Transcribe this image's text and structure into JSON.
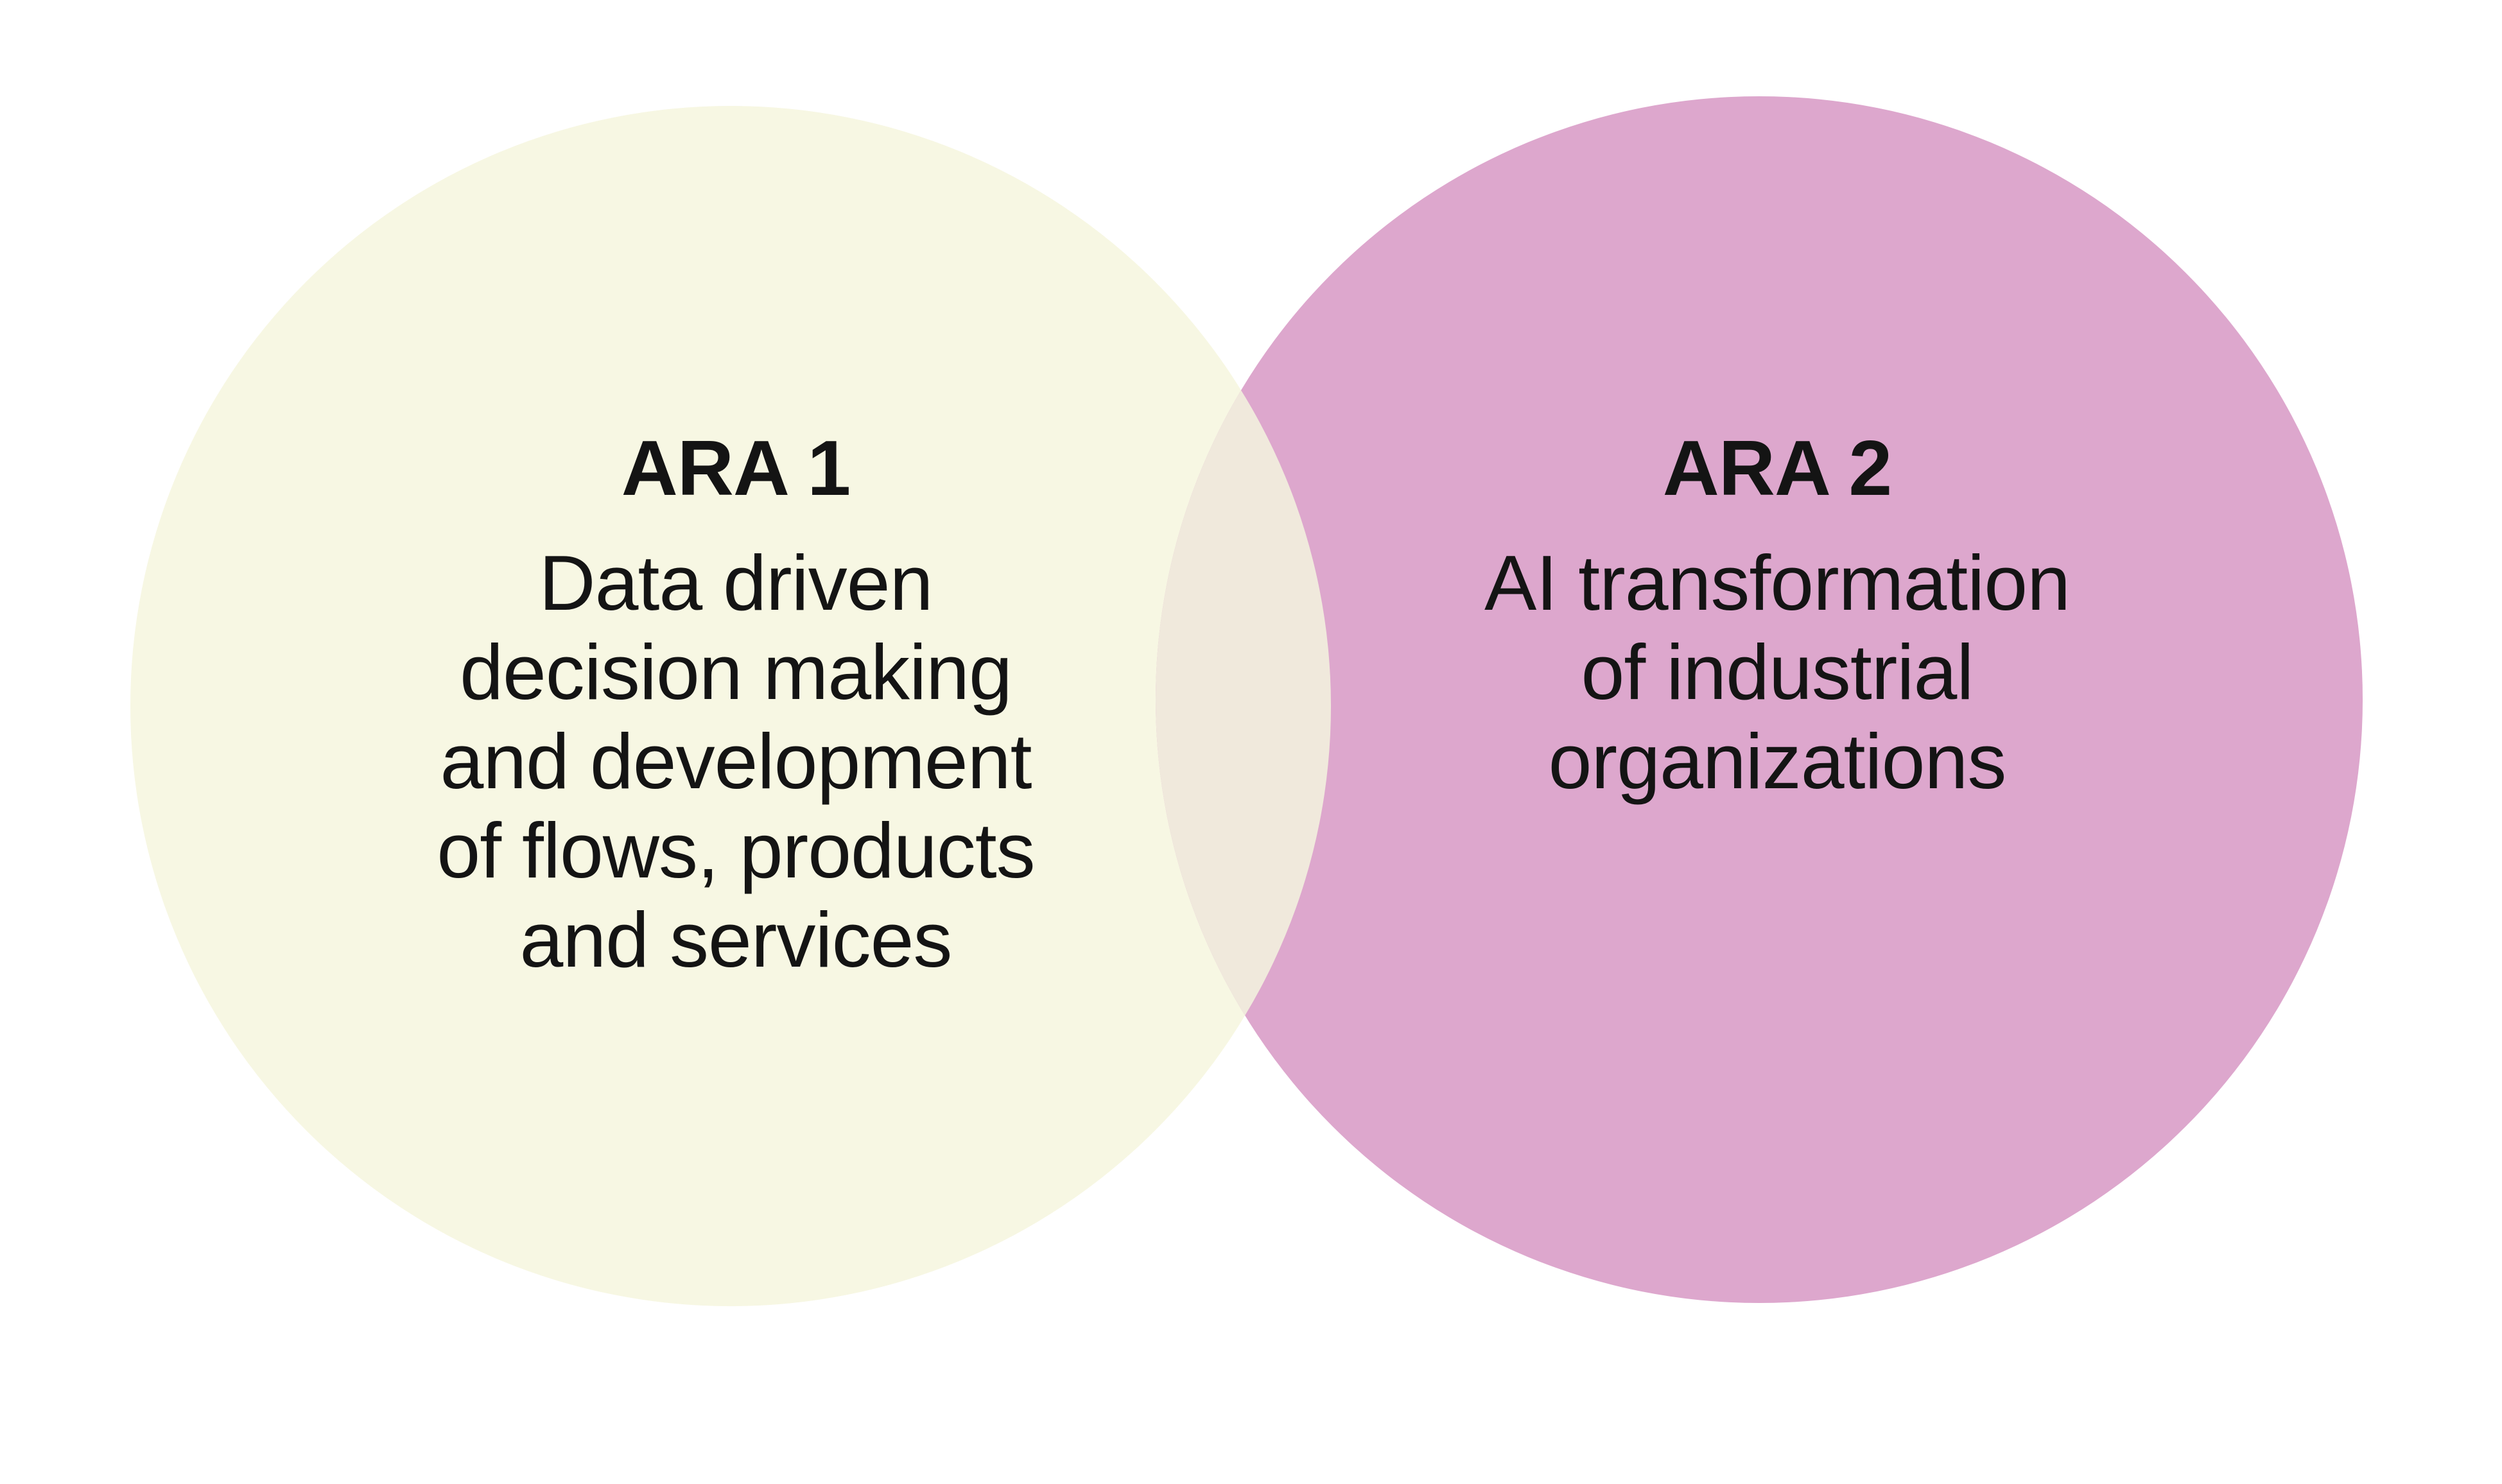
{
  "canvas": {
    "background": "#ffffff"
  },
  "venn": {
    "text_color": "#141414",
    "overlap_color": "#f0e9dc",
    "left_circle": {
      "title": "ARA 1",
      "color": "#f7f7e3",
      "lines": [
        "Data driven",
        "decision making",
        "and development",
        "of flows, products",
        "and services"
      ]
    },
    "right_circle": {
      "title": "ARA 2",
      "color": "#dda7cd",
      "lines": [
        "AI transformation",
        "of industrial",
        "organizations"
      ]
    }
  }
}
